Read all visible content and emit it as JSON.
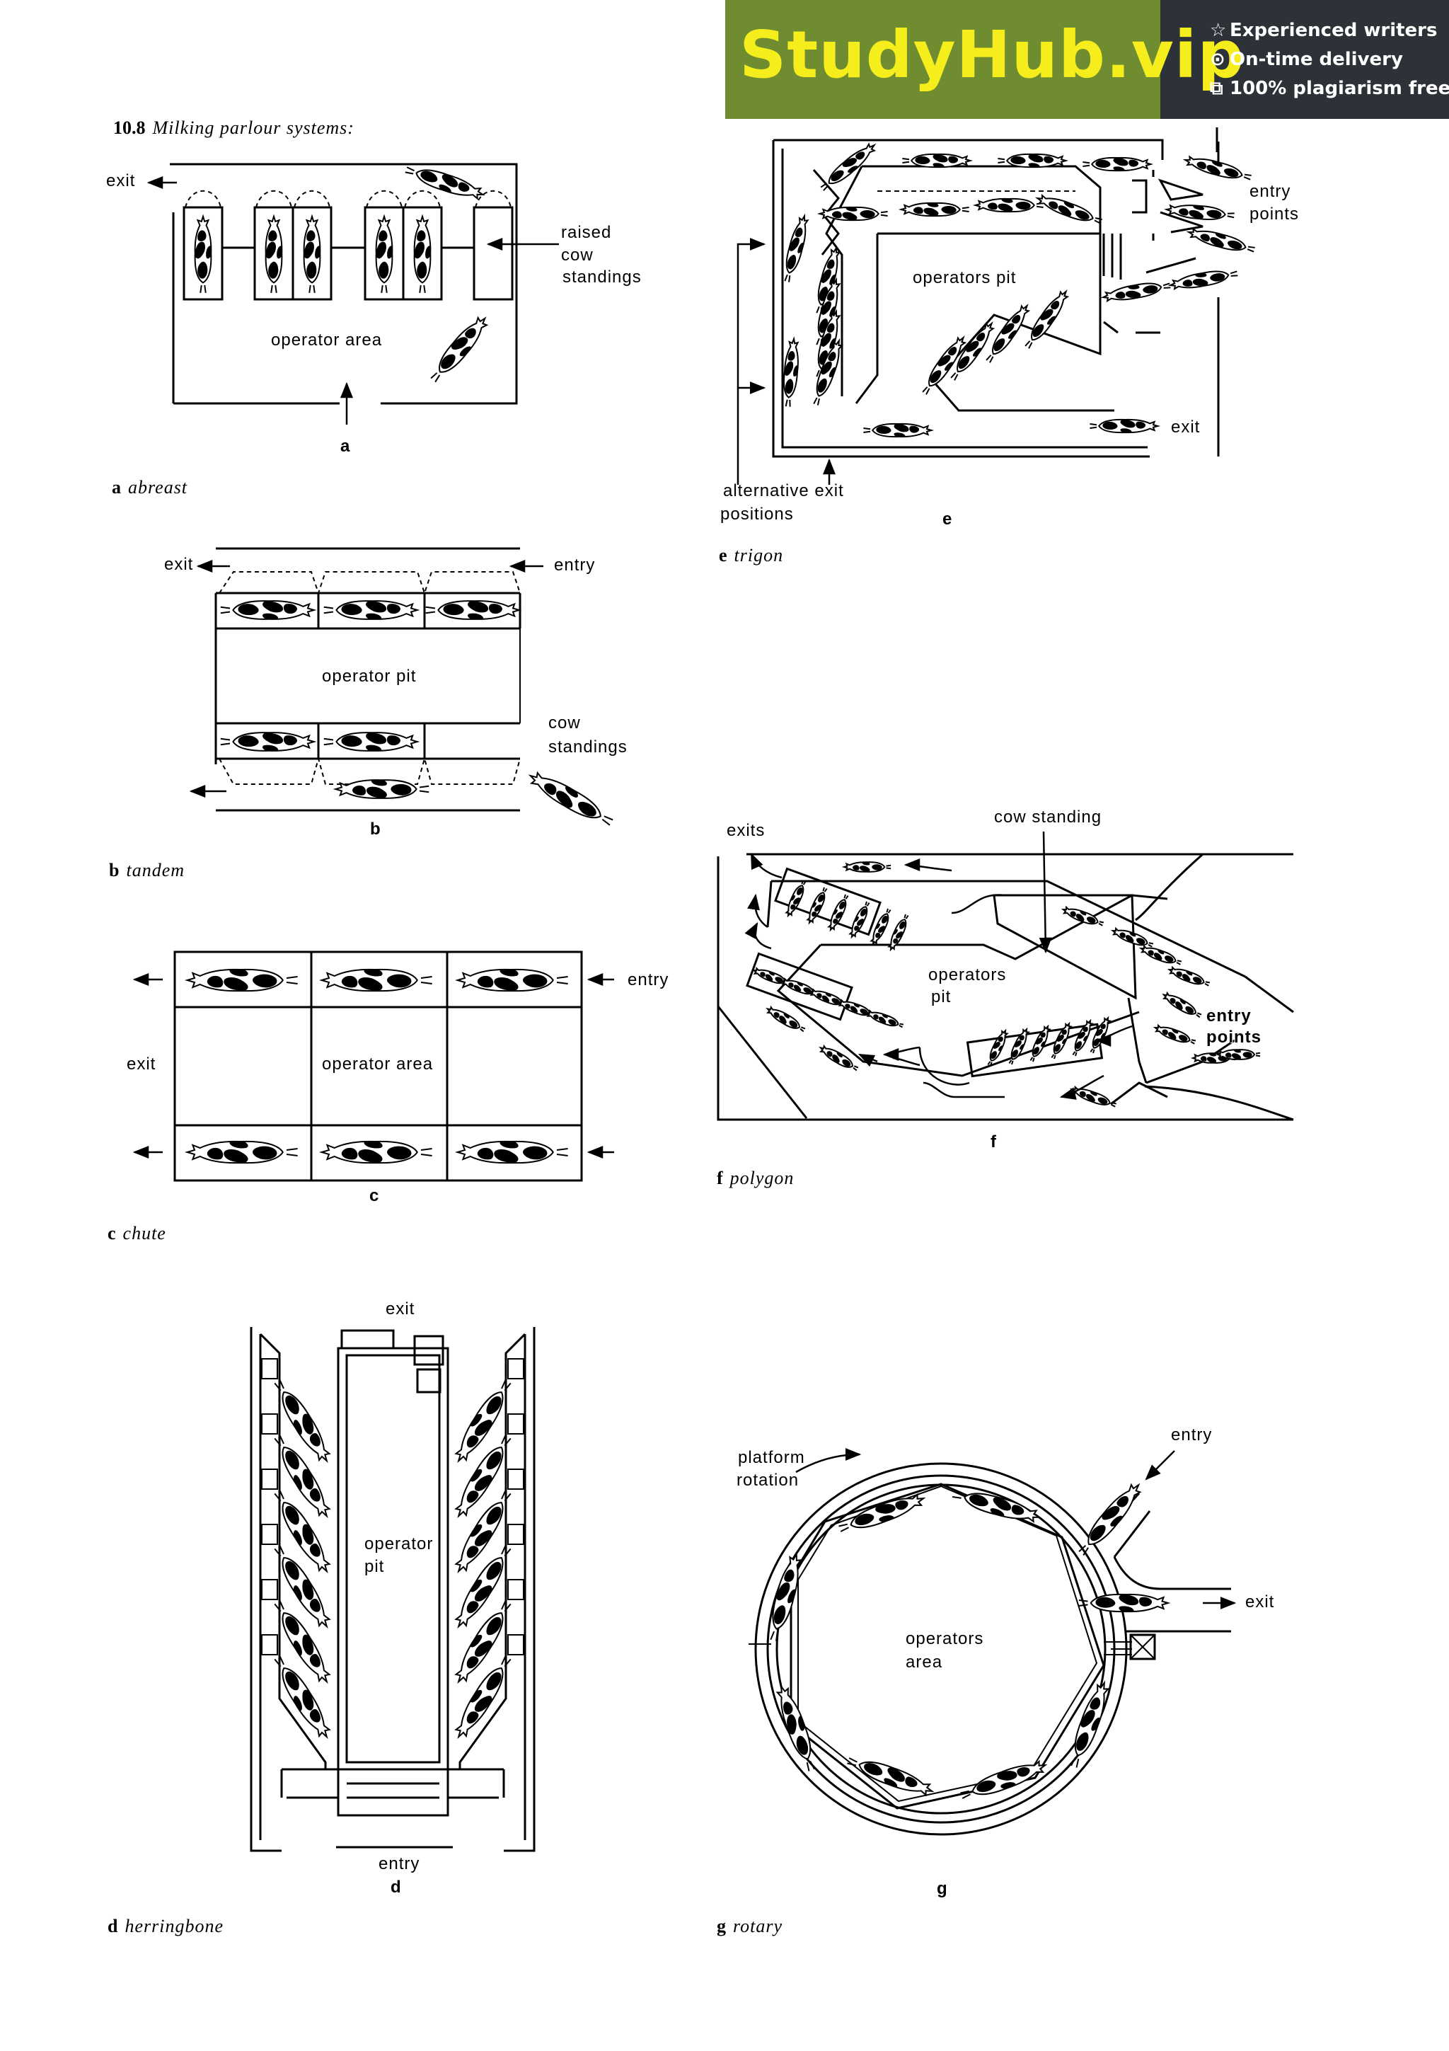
{
  "banner": {
    "brand": "StudyHub.vip",
    "features": [
      {
        "icon": "star-icon",
        "glyph": "☆",
        "text": "Experienced writers"
      },
      {
        "icon": "clock-icon",
        "glyph": "⊙",
        "text": "On-time delivery"
      },
      {
        "icon": "copy-icon",
        "glyph": "⧉",
        "text": "100% plagiarism free"
      }
    ],
    "colors": {
      "left": "#6f8c30",
      "right": "#2c3238",
      "brand_text": "#f5ee1c"
    }
  },
  "figure": {
    "number": "10.8",
    "title": "Milking parlour systems:"
  },
  "panels": {
    "a": {
      "sub": "a",
      "caption_letter": "a",
      "caption": "abreast",
      "labels": {
        "exit": "exit",
        "raised1": "raised",
        "raised2": "cow",
        "raised3": "standings",
        "area": "operator  area"
      }
    },
    "b": {
      "sub": "b",
      "caption_letter": "b",
      "caption": "tandem",
      "labels": {
        "exit": "exit",
        "entry": "entry",
        "pit": "operator  pit",
        "stand1": "cow",
        "stand2": "standings"
      }
    },
    "c": {
      "sub": "c",
      "caption_letter": "c",
      "caption": "chute",
      "labels": {
        "exit": "exit",
        "entry": "entry",
        "area": "operator  area"
      }
    },
    "d": {
      "sub": "d",
      "caption_letter": "d",
      "caption": "herringbone",
      "labels": {
        "exit": "exit",
        "entry": "entry",
        "pit1": "operator",
        "pit2": "pit"
      }
    },
    "e": {
      "sub": "e",
      "caption_letter": "e",
      "caption": "trigon",
      "labels": {
        "entry1": "entry",
        "entry2": "points",
        "pit": "operators  pit",
        "exit": "exit",
        "alt1": "alternative  exit",
        "alt2": "positions"
      }
    },
    "f": {
      "sub": "f",
      "caption_letter": "f",
      "caption": "polygon",
      "labels": {
        "exits": "exits",
        "stand": "cow  standing",
        "pit1": "operators",
        "pit2": "pit",
        "entry1": "entry",
        "entry2": "points"
      }
    },
    "g": {
      "sub": "g",
      "caption_letter": "g",
      "caption": "rotary",
      "labels": {
        "rot1": "platform",
        "rot2": "rotation",
        "entry": "entry",
        "exit": "exit",
        "area1": "operators",
        "area2": "area"
      }
    }
  }
}
